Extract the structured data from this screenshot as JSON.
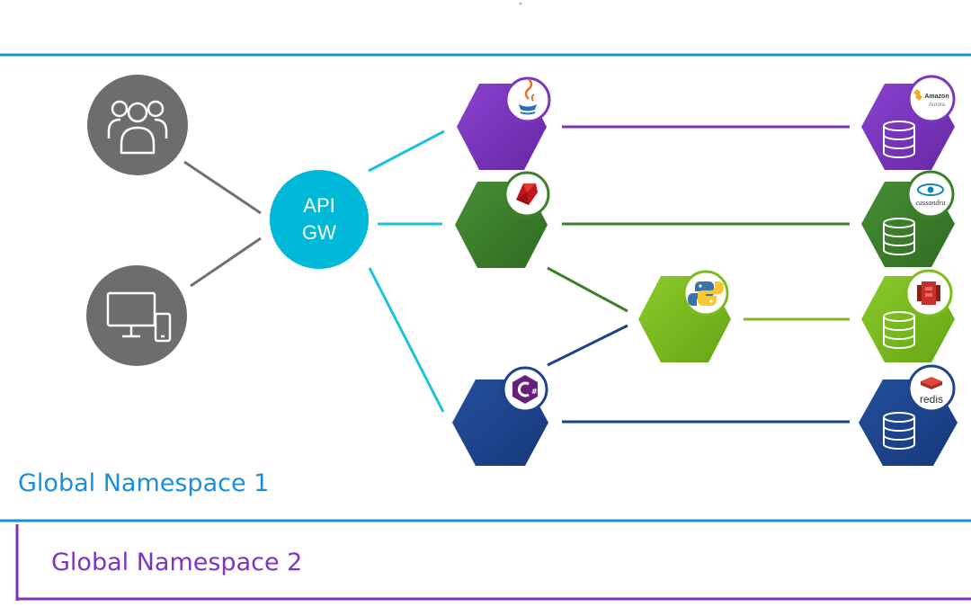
{
  "colors": {
    "ns1_border": "#1a8fd6",
    "ns2_border": "#7b35c0",
    "gateway": "#00b9d8",
    "client_circle": "#6d6d6d",
    "link_gray": "#707070",
    "link_cyan": "#1ec1dc",
    "purple": "#7b35c0",
    "dark_green": "#3d7f2c",
    "lime": "#7cbc1e",
    "navy": "#1c448d"
  },
  "gateway": {
    "line1": "API",
    "line2": "GW"
  },
  "clients": [
    {
      "icon": "users-icon"
    },
    {
      "icon": "desktop-mobile-icon"
    }
  ],
  "services": [
    {
      "icon": "java-icon",
      "color": "purple"
    },
    {
      "icon": "ruby-icon",
      "color": "dark_green"
    },
    {
      "icon": "python-icon",
      "color": "lime"
    },
    {
      "icon": "csharp-icon",
      "color": "navy"
    }
  ],
  "databases": [
    {
      "icon": "amazon-aurora-icon",
      "color": "purple",
      "logo_line1": "Amazon",
      "logo_line2": "Aurora"
    },
    {
      "icon": "cassandra-icon",
      "color": "dark_green",
      "logo_text": "cassandra"
    },
    {
      "icon": "aws-database-icon",
      "color": "lime"
    },
    {
      "icon": "redis-icon",
      "color": "navy",
      "logo_text": "redis"
    }
  ],
  "namespaces": [
    {
      "label": "Global Namespace 1"
    },
    {
      "label": "Global Namespace 2"
    }
  ]
}
